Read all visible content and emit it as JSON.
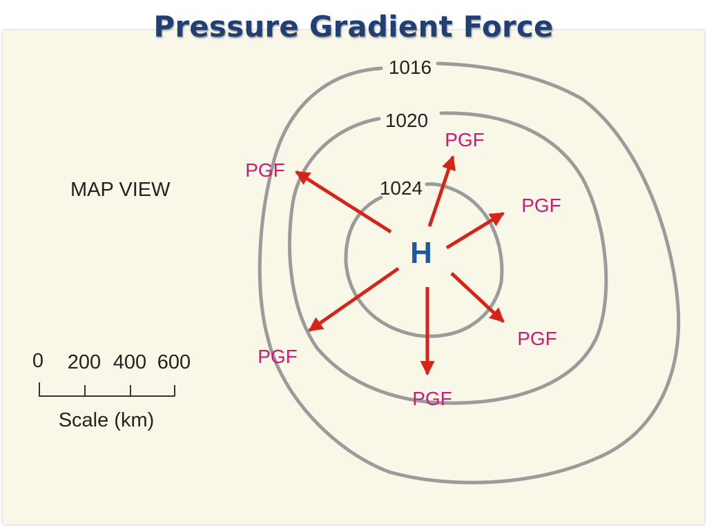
{
  "title": "Pressure Gradient Force",
  "map_view_label": "MAP VIEW",
  "isobars": [
    {
      "label": "1016"
    },
    {
      "label": "1020"
    },
    {
      "label": "1024"
    }
  ],
  "center_label": "H",
  "arrow_label": "PGF",
  "scale": {
    "ticks": [
      "0",
      "200",
      "400",
      "600"
    ],
    "caption": "Scale (km)"
  },
  "colors": {
    "title": "#1f3f75",
    "panel_background": "#f8f7e8",
    "isobar": "#9b9b9b",
    "arrow": "#d62518",
    "pgf_label": "#cc1a76",
    "high_center": "#1e57a8"
  }
}
